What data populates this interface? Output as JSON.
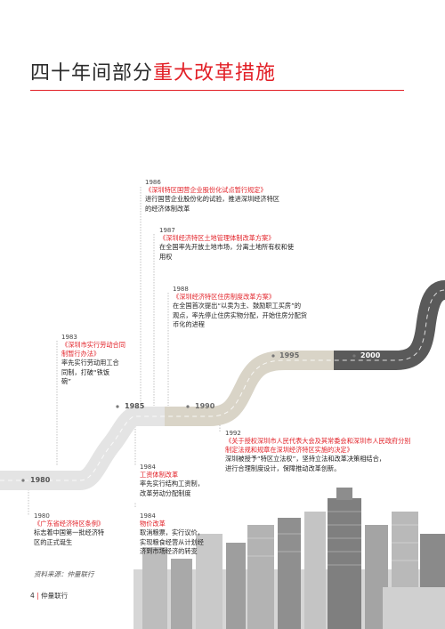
{
  "title": {
    "prefix": "四十年间部分",
    "accent": "重大改革措施"
  },
  "road_years": [
    "1980",
    "1985",
    "1990",
    "1995",
    "2000"
  ],
  "events": [
    {
      "year": "1986",
      "headline": "《深圳特区国营企业股份化试点暂行规定》",
      "body": [
        "进行国营企业股份化的试验，推进深圳经济特区",
        "的经济体制改革"
      ]
    },
    {
      "year": "1987",
      "headline": "《深圳经济特区土地管理体制改革方案》",
      "body": [
        "在全国率先开放土地市场，分离土地所有权和使",
        "用权"
      ]
    },
    {
      "year": "1988",
      "headline": "《深圳经济特区住房制度改革方案》",
      "body": [
        "在全国首次提出“以卖为主、鼓励职工买房”的",
        "观点，率先停止住房实物分配，开始住房分配货",
        "币化的进程"
      ]
    },
    {
      "year": "1983",
      "headline": [
        "《深圳市实行劳动合同",
        "制暂行办法》"
      ],
      "body": [
        "率先实行劳动用工合",
        "同制，打破“铁饭",
        "碗”"
      ]
    },
    {
      "year": "1992",
      "headline": [
        "《关于授权深圳市人民代表大会及其常委会和深圳市人民政府分别",
        "制定法规和规章在深圳经济特区实施的决定》"
      ],
      "body": [
        "深圳被授予“特区立法权”，坚持立法和改革决策相结合，",
        "进行合理制度设计，保障推动改革创新。"
      ]
    },
    {
      "year": "1984",
      "headline": "工资体制改革",
      "body": [
        "率先实行结构工资制，",
        "改革劳动分配制度"
      ]
    },
    {
      "year": "1984",
      "headline": "物价改革",
      "body": [
        "取消粮票，实行议价，",
        "实现粮食经营从计划经",
        "济到市场经济的转变"
      ]
    },
    {
      "year": "1980",
      "headline": "《广东省经济特区条例》",
      "body": [
        "标志着中国第一批经济特",
        "区的正式诞生"
      ]
    }
  ],
  "source": "资料来源：仲量联行",
  "page_number": "4",
  "footer_brand": "仲量联行",
  "colors": {
    "accent": "#e21f26",
    "road_light": "#e6e6e6",
    "road_tan": "#d8d3c6",
    "road_dark": "#585858"
  }
}
